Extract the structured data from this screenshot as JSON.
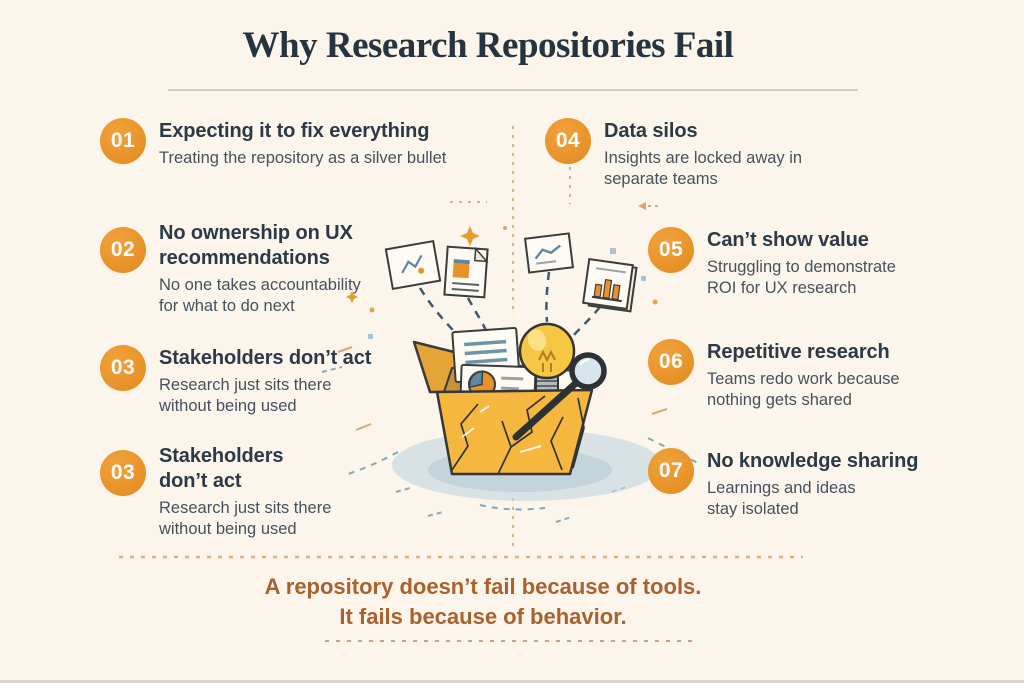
{
  "title": "Why Research Repositories Fail",
  "left_items": [
    {
      "number": "01",
      "title": "Expecting it to fix everything",
      "subtitle": "Treating the repository as a silver bullet"
    },
    {
      "number": "02",
      "title": "No ownership on UX\nrecommendations",
      "subtitle": "No one takes accountability\nfor what to do next"
    },
    {
      "number": "03",
      "title": "Stakeholders don’t act",
      "subtitle": "Research just sits there\nwithout being used"
    },
    {
      "number": "03",
      "title": "Stakeholders\ndon’t act",
      "subtitle": "Research just sits there\nwithout being used"
    }
  ],
  "right_items": [
    {
      "number": "04",
      "title": "Data silos",
      "subtitle": "Insights are locked away in\nseparate teams"
    },
    {
      "number": "05",
      "title": "Can’t show value",
      "subtitle": "Struggling to demonstrate\nROI for UX research"
    },
    {
      "number": "06",
      "title": "Repetitive research",
      "subtitle": "Teams redo work because\nnothing gets shared"
    },
    {
      "number": "07",
      "title": "No knowledge sharing",
      "subtitle": "Learnings and ideas\nstay isolated"
    }
  ],
  "quote": {
    "line1": "A repository doesn’t fail because of tools.",
    "line2": "It fails because of behavior."
  },
  "colors": {
    "background": "#FBF5EB",
    "accent_orange": "#E8932B",
    "heading_text": "#2C3947",
    "body_text": "#45525E",
    "title_text": "#263440",
    "quote_text": "#A8612F",
    "folder_yellow": "#F5B73E",
    "dashed_guides_tan": "#E0AE7F",
    "connector_slate": "#3E5A70",
    "shadow_blue": "#C5D6DE"
  },
  "illustration": {
    "description": "Cracked open folder with documents, pie chart sheet, lightbulb and magnifying glass; papers flying out on dashed trails",
    "icons": [
      "folder-icon",
      "lightbulb-icon",
      "magnifier-icon",
      "document-icon",
      "pie-chart-document-icon",
      "bar-chart-paper-icon",
      "envelope-paper-icon",
      "sparkle-icon"
    ]
  }
}
